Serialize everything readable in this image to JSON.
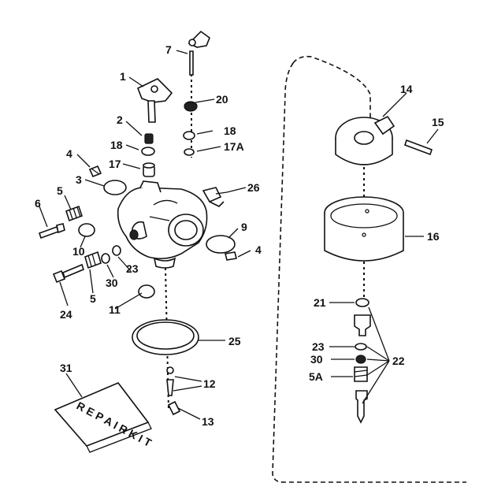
{
  "callouts": [
    {
      "id": "c7",
      "text": "7"
    },
    {
      "id": "c1",
      "text": "1"
    },
    {
      "id": "c20",
      "text": "20"
    },
    {
      "id": "c2",
      "text": "2"
    },
    {
      "id": "c18a",
      "text": "18"
    },
    {
      "id": "c18b",
      "text": "18"
    },
    {
      "id": "c17A",
      "text": "17A"
    },
    {
      "id": "c4a",
      "text": "4"
    },
    {
      "id": "c17",
      "text": "17"
    },
    {
      "id": "c3",
      "text": "3"
    },
    {
      "id": "c26",
      "text": "26"
    },
    {
      "id": "c5a",
      "text": "5"
    },
    {
      "id": "c6",
      "text": "6"
    },
    {
      "id": "c9",
      "text": "9"
    },
    {
      "id": "c10",
      "text": "10"
    },
    {
      "id": "c4b",
      "text": "4"
    },
    {
      "id": "c30a",
      "text": "30"
    },
    {
      "id": "c23a",
      "text": "23"
    },
    {
      "id": "c5b",
      "text": "5"
    },
    {
      "id": "c24",
      "text": "24"
    },
    {
      "id": "c11",
      "text": "11"
    },
    {
      "id": "c25",
      "text": "25"
    },
    {
      "id": "c12",
      "text": "12"
    },
    {
      "id": "c31",
      "text": "31"
    },
    {
      "id": "c13",
      "text": "13"
    },
    {
      "id": "c14",
      "text": "14"
    },
    {
      "id": "c15",
      "text": "15"
    },
    {
      "id": "c16",
      "text": "16"
    },
    {
      "id": "c21",
      "text": "21"
    },
    {
      "id": "c23b",
      "text": "23"
    },
    {
      "id": "c22",
      "text": "22"
    },
    {
      "id": "c30b",
      "text": "30"
    },
    {
      "id": "c5A",
      "text": "5A"
    }
  ],
  "packet_print": "R E P A I R   K I T"
}
